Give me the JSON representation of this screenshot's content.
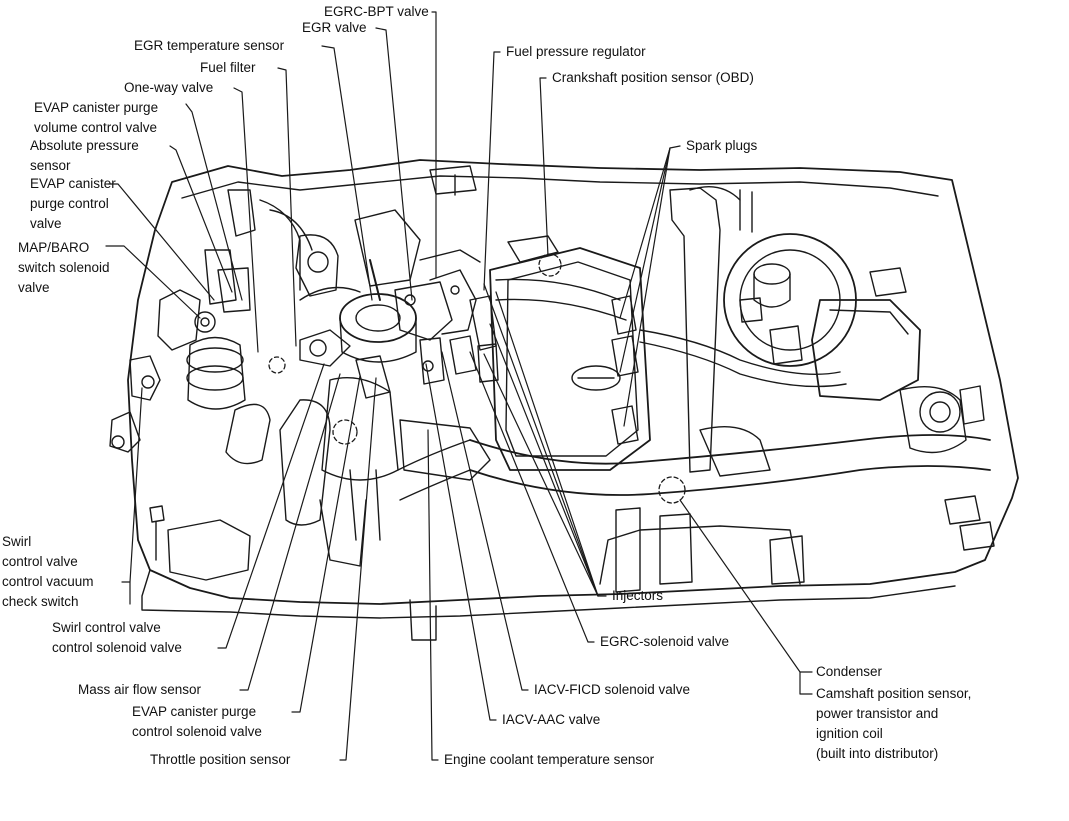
{
  "labels": {
    "egrc_bpt_valve": "EGRC-BPT valve",
    "egr_valve": "EGR valve",
    "egr_temperature_sensor": "EGR temperature sensor",
    "fuel_filter": "Fuel filter",
    "one_way_valve": "One-way valve",
    "evap_purge_volume": [
      "EVAP canister purge",
      "volume control valve"
    ],
    "absolute_pressure": [
      "Absolute pressure",
      "sensor"
    ],
    "evap_purge_control": [
      "EVAP canister",
      "purge control",
      "valve"
    ],
    "map_baro": [
      "MAP/BARO",
      "switch solenoid",
      "valve"
    ],
    "fuel_pressure_regulator": "Fuel pressure regulator",
    "crankshaft_position_sensor": "Crankshaft position sensor (OBD)",
    "spark_plugs": "Spark plugs",
    "swirl_check_switch": [
      "Swirl",
      "control valve",
      "control vacuum",
      "check switch"
    ],
    "swirl_solenoid": [
      "Swirl control valve",
      "control solenoid valve"
    ],
    "mass_air_flow": "Mass air flow sensor",
    "evap_purge_solenoid": [
      "EVAP canister purge",
      "control solenoid valve"
    ],
    "throttle_position": "Throttle position sensor",
    "engine_coolant_temp": "Engine coolant temperature sensor",
    "iacv_aac": "IACV-AAC valve",
    "iacv_ficd": "IACV-FICD solenoid valve",
    "egrc_solenoid": "EGRC-solenoid valve",
    "injectors": "Injectors",
    "condenser": "Condenser",
    "camshaft_sensor": [
      "Camshaft position sensor,",
      "power transistor and",
      "ignition coil",
      "(built into distributor)"
    ]
  }
}
